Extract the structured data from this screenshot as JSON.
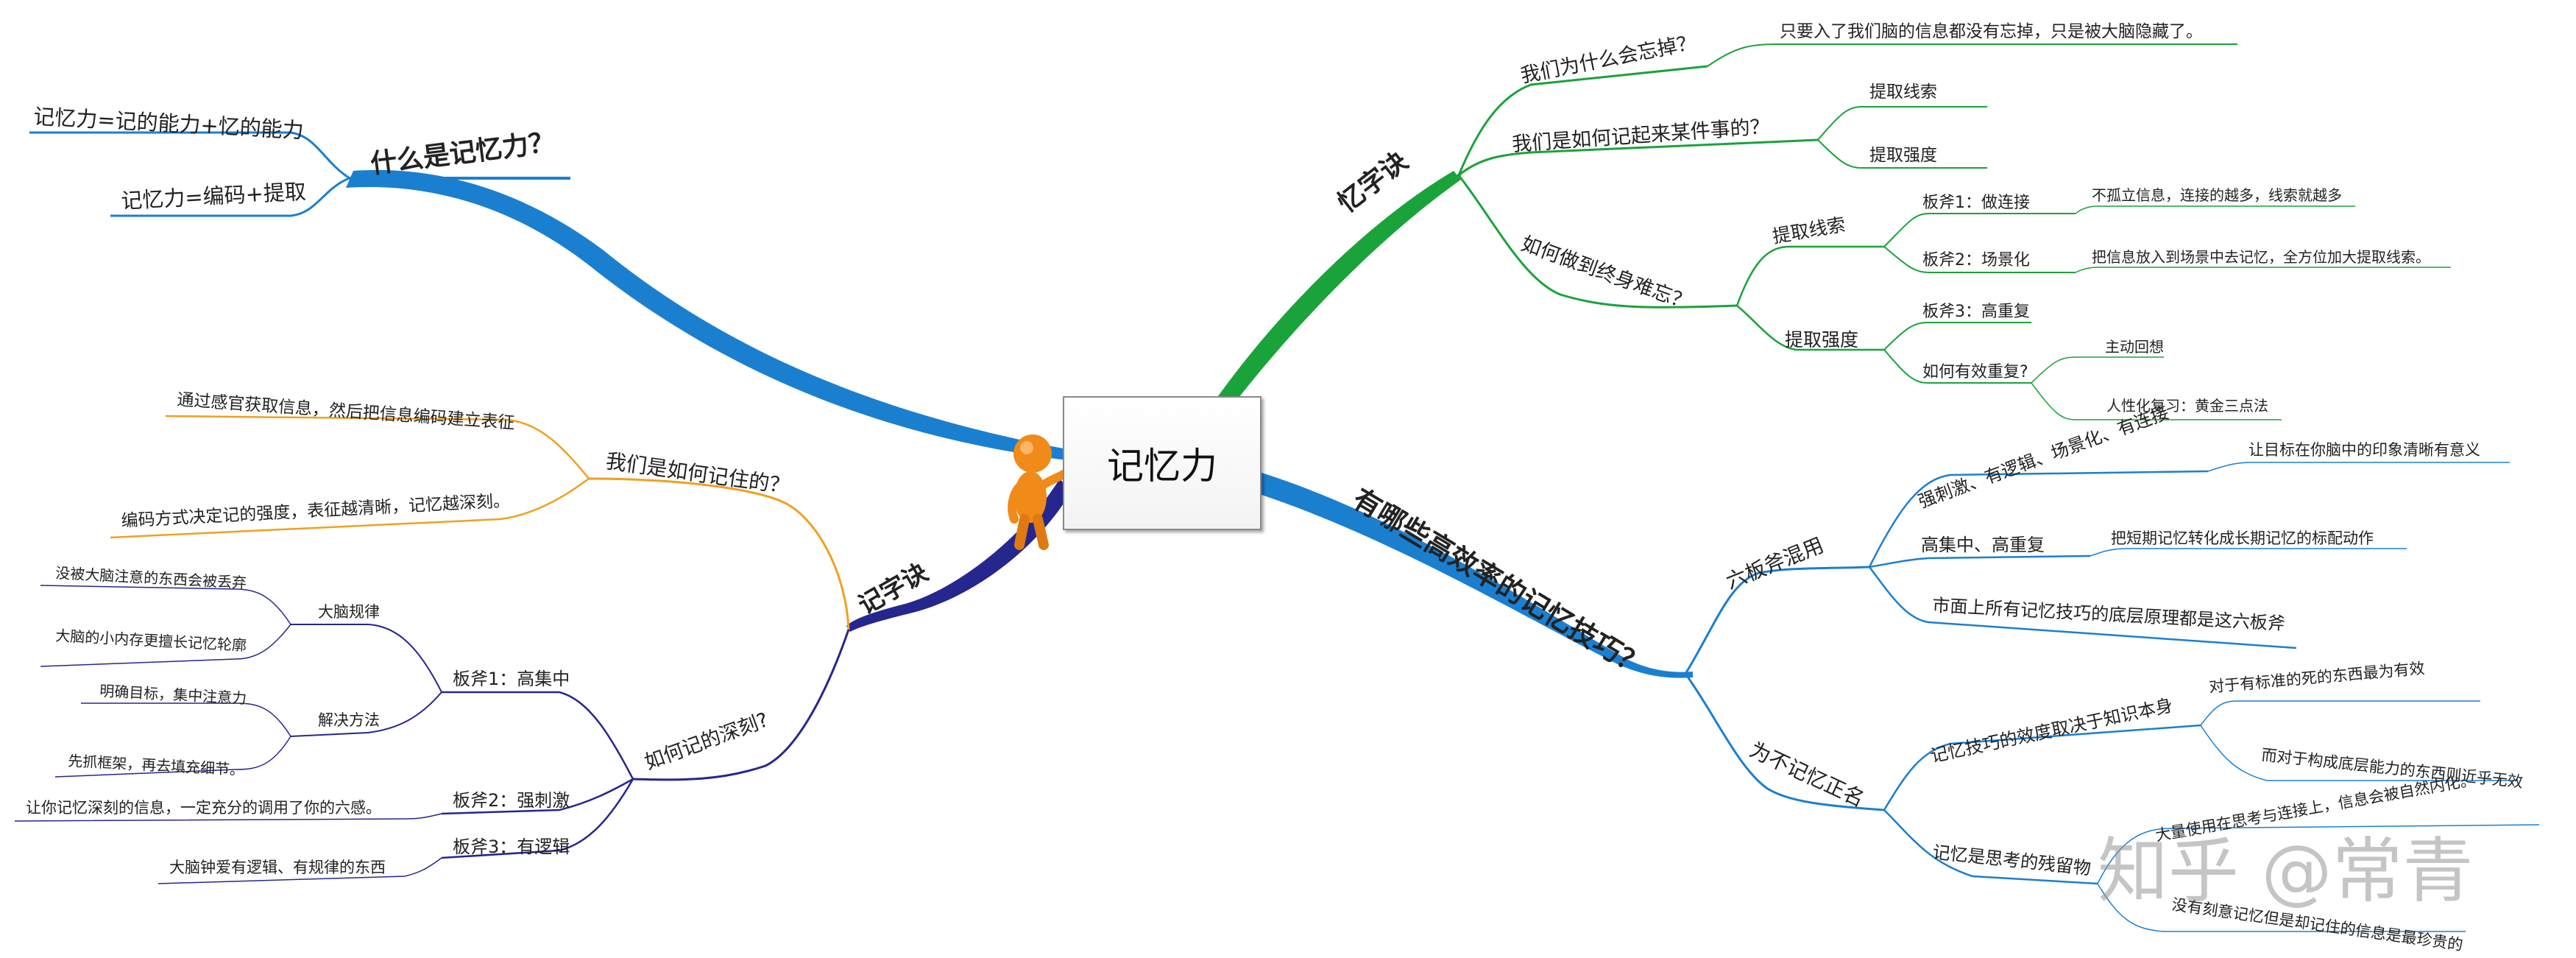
{
  "central": "记忆力",
  "watermark": "知乎 @常青",
  "colors": {
    "blue": "#1b7fd0",
    "green": "#1aa33a",
    "orange": "#f0a020",
    "navy": "#26268f"
  },
  "branches": {
    "what": {
      "title": "什么是记忆力？",
      "items": [
        "记忆力=记的能力+忆的能力",
        "记忆力=编码+提取"
      ]
    },
    "recall": {
      "title": "忆字诀",
      "q1": "我们为什么会忘掉？",
      "q1_note": "只要入了我们脑的信息都没有忘掉，只是被大脑隐藏了。",
      "q2": "我们是如何记起来某件事的？",
      "q2_cue": "提取线索",
      "q2_strength": "提取强度",
      "q3": "如何做到终身难忘？",
      "q3_cue": "提取线索",
      "axe1": "板斧1：做连接",
      "axe1_note": "不孤立信息，连接的越多，线索就越多",
      "axe2": "板斧2：场景化",
      "axe2_note": "把信息放入到场景中去记忆，全方位加大提取线索。",
      "q3_strength": "提取强度",
      "axe3": "板斧3：高重复",
      "effective": "如何有效重复?",
      "active": "主动回想",
      "spaced": "人性化复习：黄金三点法"
    },
    "techniques": {
      "title": "有哪些高效率的记忆技巧？",
      "six": "六板斧混用",
      "six_a": "强刺激、有逻辑、场景化、有连接",
      "six_a_note": "让目标在你脑中的印象清晰有意义",
      "six_b": "高集中、高重复",
      "six_b_note": "把短期记忆转化成长期记忆的标配动作",
      "six_c": "市面上所有记忆技巧的底层原理都是这六板斧",
      "name": "为不记忆正名",
      "name_a": "记忆技巧的效度取决于知识本身",
      "name_a1": "对于有标准的死的东西最为有效",
      "name_a2": "而对于构成底层能力的东西则近乎无效",
      "name_b": "记忆是思考的残留物",
      "name_b1": "大量使用在思考与连接上，信息会被自然内化。",
      "name_b2": "没有刻意记忆但是却记住的信息是最珍贵的"
    },
    "memorize": {
      "title": "记字诀",
      "how": "我们是如何记住的？",
      "how_a": "通过感官获取信息，然后把信息编码建立表征",
      "how_b": "编码方式决定记的强度，表征越清晰，记忆越深刻。",
      "deep": "如何记的深刻?",
      "axe1": "板斧1：高集中",
      "brain": "大脑规律",
      "brain_a": "没被大脑注意的东西会被丢弃",
      "brain_b": "大脑的小内存更擅长记忆轮廓",
      "solve": "解决方法",
      "solve_a": "明确目标，集中注意力",
      "solve_b": "先抓框架，再去填充细节。",
      "axe2": "板斧2：强刺激",
      "axe2_note": "让你记忆深刻的信息，一定充分的调用了你的六感。",
      "axe3": "板斧3：有逻辑",
      "axe3_note": "大脑钟爱有逻辑、有规律的东西"
    }
  }
}
